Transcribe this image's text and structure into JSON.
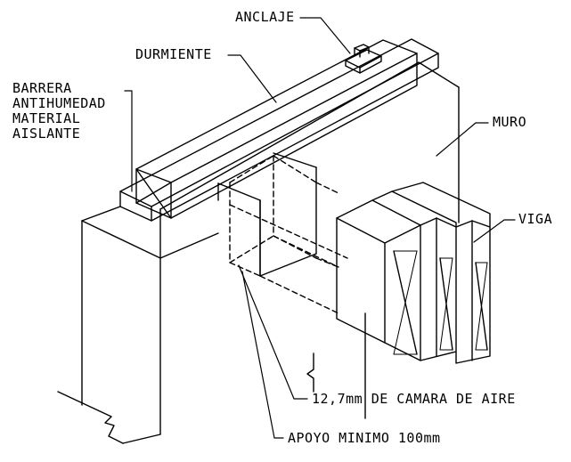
{
  "labels": {
    "anchor": "ANCLAJE",
    "sill_plate": "DURMIENTE",
    "barrier_lines": [
      "BARRERA",
      "ANTIHUMEDAD",
      "MATERIAL",
      "AISLANTE"
    ],
    "wall": "MURO",
    "beam": "VIGA",
    "air_gap": "12,7mm DE CAMARA DE AIRE",
    "min_bearing": "APOYO MINIMO 100mm"
  },
  "colors": {
    "line": "#000000",
    "background": "#ffffff"
  }
}
